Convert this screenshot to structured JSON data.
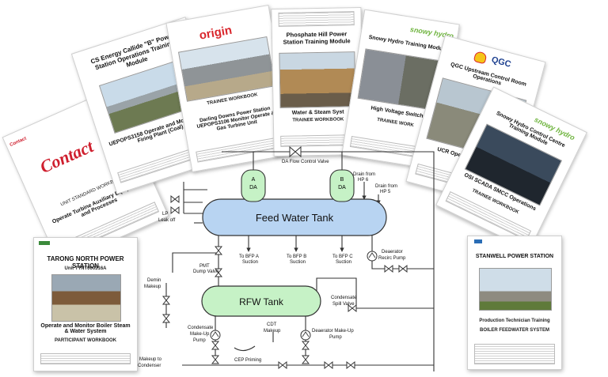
{
  "docs": {
    "contact": {
      "logo": "Contact",
      "tag": "Contact",
      "unit": "UNIT STANDARD WORKBOOK",
      "title": "Operate Turbine Auxiliary Equipment and Processes"
    },
    "cs_energy": {
      "title": "CS Energy Callide \"B\" Power Station Operations Training Module",
      "code": "UEPOPS3158 Operate and Monitor Fuel Firing Plant (Coal)"
    },
    "origin": {
      "logo": "origin",
      "workbook": "TRAINEE WORKBOOK",
      "title": "Darling Downs Power Station UEPOPS3106 Monitor Operate & Gas Turbine Unit"
    },
    "phosphate": {
      "title": "Phosphate Hill Power Station Training Module",
      "subtitle": "Water & Steam Syst",
      "workbook": "TRAINEE WORKBOOK"
    },
    "snowy": {
      "logo": "snowy hydro",
      "title": "Snowy Hydro Training Module",
      "subtitle": "High Voltage Switch",
      "workbook": "TRAINEE WORK"
    },
    "qgc": {
      "logo": "QGC",
      "title": "QGC Upstream Control Room Operations",
      "subtitle": "UCR Operator Training"
    },
    "snowy2": {
      "logo": "snowy hydro",
      "title": "Snowy Hydro Control Centre Training Module",
      "subtitle": "OSI SCADA SMCC Operations",
      "workbook": "TRAINEE WORKBOOK"
    },
    "tarong": {
      "title": "TARONG NORTH POWER STATION",
      "unit": "Unit TTNT000316A",
      "body": "Operate and Monitor Boiler Steam & Water System",
      "workbook": "PARTICIPANT WORKBOOK"
    },
    "stanwell": {
      "title": "STANWELL POWER STATION",
      "sub1": "Production Technician Training",
      "sub2": "BOILER FEEDWATER SYSTEM"
    }
  },
  "diagram": {
    "feed_water_tank": "Feed Water Tank",
    "rfw_tank": "RFW Tank",
    "da_a": [
      "A",
      "DA"
    ],
    "da_b": [
      "B",
      "DA"
    ],
    "da_flow_valve": "DA Flow Control Valve",
    "drain_hp6": [
      "Drain from",
      "HP 6"
    ],
    "drain_hp5": [
      "Drain from",
      "HP 5"
    ],
    "lp_leak_off": [
      "LP",
      "Leak off"
    ],
    "bfp_a": [
      "To BFP A",
      "Suction"
    ],
    "bfp_b": [
      "To BFP B",
      "Suction"
    ],
    "bfp_c": [
      "To BFP C",
      "Suction"
    ],
    "deaerator_recirc": [
      "Deaerator",
      "Recirc Pump"
    ],
    "pmt_dump": [
      "PMT",
      "Dump Valve"
    ],
    "demin": [
      "Demin",
      "Makeup"
    ],
    "cond_spill": [
      "Condensate",
      "Spill Valve"
    ],
    "cond_makeup": [
      "Condensate",
      "Make-Up",
      "Pump"
    ],
    "cdt_makeup": [
      "CDT",
      "Makeup"
    ],
    "deaerator_makeup": [
      "Deaerator Make-Up",
      "Pump"
    ],
    "cep_priming": "CEP Priming",
    "makeup_condenser": [
      "Makeup to",
      "Condenser"
    ]
  },
  "colors": {
    "tank_blue": "#b8d4f2",
    "tank_green": "#c6f2c6",
    "line": "#333333",
    "origin_red": "#d9262c",
    "contact_red": "#cf1f2e",
    "snowy_green": "#6fb43f"
  }
}
